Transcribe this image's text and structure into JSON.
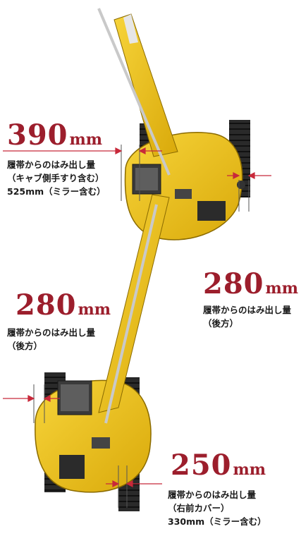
{
  "colors": {
    "accent_red": "#9c1e2c",
    "machine_yellow": "#f2c40f",
    "machine_dark": "#2b2b2b",
    "guide_line": "#555555",
    "arrow_red": "#c8293a"
  },
  "callouts": [
    {
      "id": "top-left",
      "value": "390",
      "unit": "mm",
      "lines": [
        "履帯からのはみ出し量",
        "（キャブ側手すり含む）",
        "525mm（ミラー含む）"
      ]
    },
    {
      "id": "mid-right",
      "value": "280",
      "unit": "mm",
      "lines": [
        "履帯からのはみ出し量",
        "（後方）"
      ]
    },
    {
      "id": "mid-left",
      "value": "280",
      "unit": "mm",
      "lines": [
        "履帯からのはみ出し量",
        "（後方）"
      ]
    },
    {
      "id": "bottom-right",
      "value": "250",
      "unit": "mm",
      "lines": [
        "履帯からのはみ出し量",
        "（右前カバー）",
        "330mm（ミラー含む）"
      ]
    }
  ]
}
